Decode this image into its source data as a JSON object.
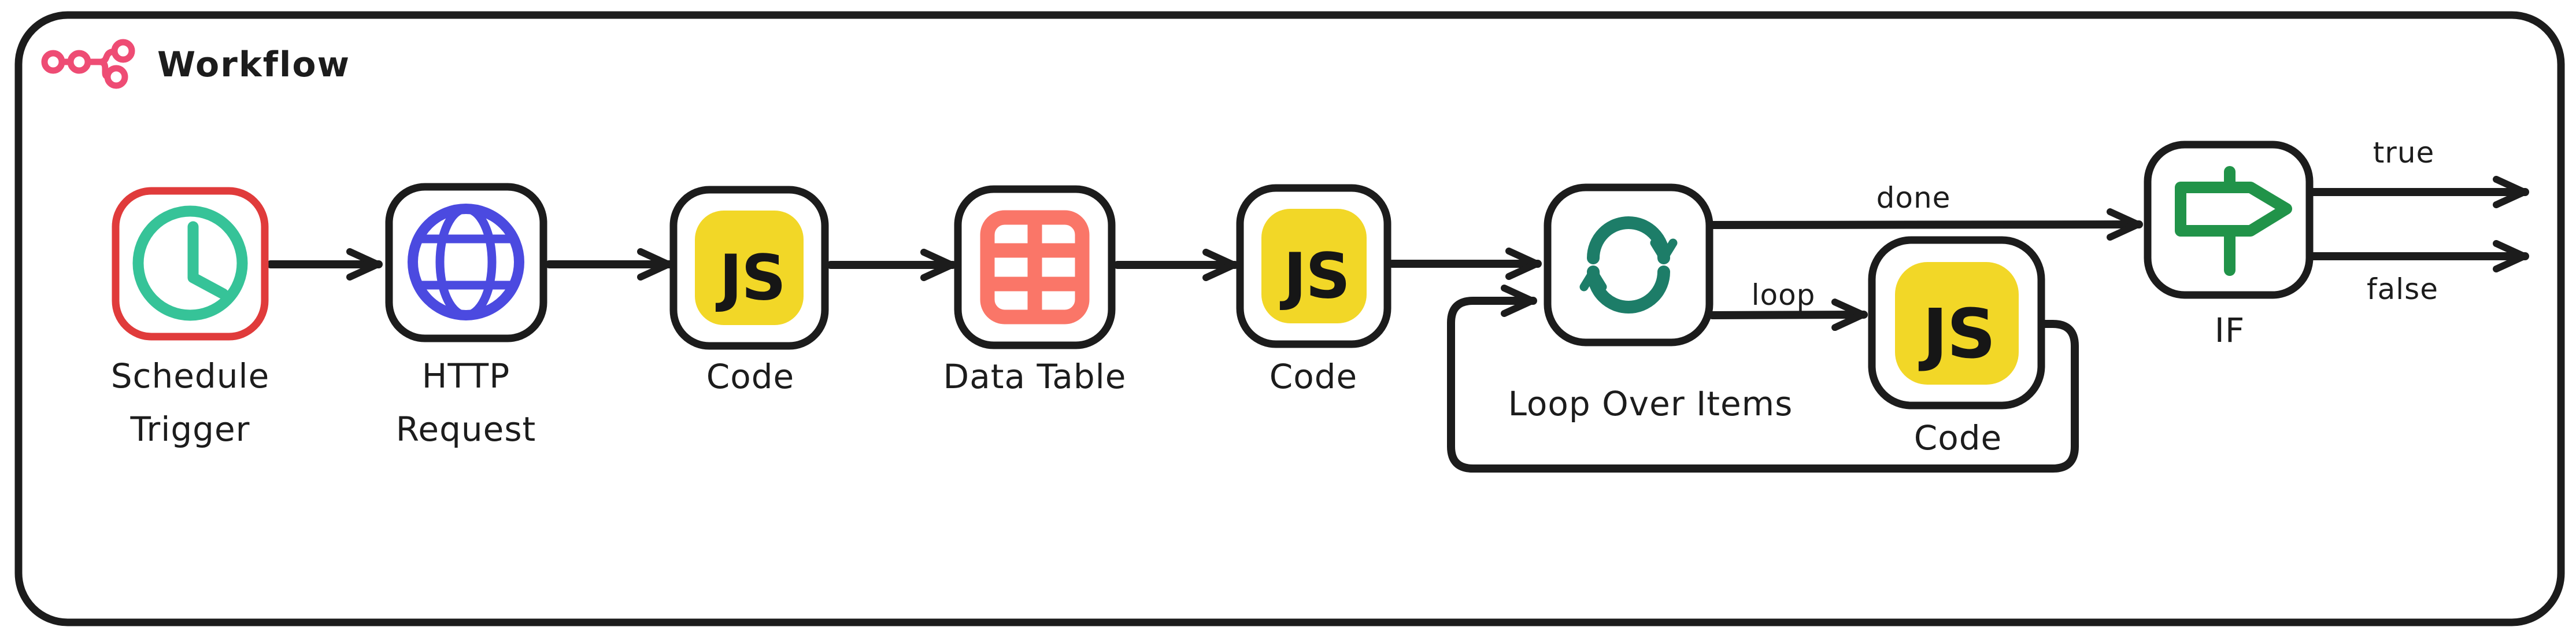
{
  "title": "Workflow",
  "colors": {
    "ink": "#1c1c1c",
    "brand-pink": "#ee4c74",
    "node-red": "#e03b3b",
    "clock-teal": "#36c398",
    "globe-blue": "#4b4ae0",
    "js-yellow": "#f2d727",
    "js-ink": "#161616",
    "table-coral": "#fa7668",
    "loop-green": "#1d7d68",
    "if-green": "#219349"
  },
  "nodes": {
    "schedule": {
      "label1": "Schedule",
      "label2": "Trigger"
    },
    "http": {
      "label1": "HTTP",
      "label2": "Request"
    },
    "code1": {
      "label": "Code"
    },
    "datatable": {
      "label": "Data Table"
    },
    "code2": {
      "label": "Code"
    },
    "loop": {
      "label": "Loop Over Items"
    },
    "code3": {
      "label": "Code"
    },
    "if": {
      "label": "IF"
    }
  },
  "edges": {
    "done": "done",
    "loop": "loop",
    "true": "true",
    "false": "false"
  },
  "js_badge": "JS"
}
